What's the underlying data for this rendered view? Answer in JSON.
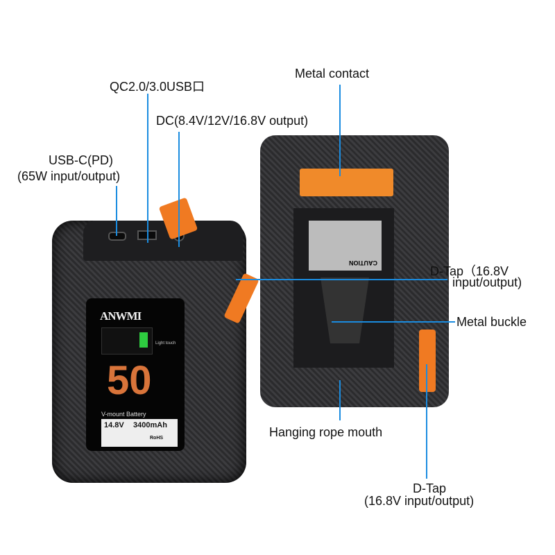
{
  "labels": {
    "metal_contact": "Metal contact",
    "qc_usb": "QC2.0/3.0USB口",
    "dc": "DC(8.4V/12V/16.8V output)",
    "usbc_1": "USB-C(PD)",
    "usbc_2": "(65W input/output)",
    "dtap_side_1": "D-Tap（16.8V",
    "dtap_side_2": "input/output)",
    "metal_buckle": "Metal buckle",
    "hanging_rope": "Hanging rope mouth",
    "dtap_bottom_1": "D-Tap",
    "dtap_bottom_2": "(16.8V input/output)"
  },
  "battery": {
    "brand": "ANWMI",
    "capacity_big": "50",
    "type": "V-mount Battery",
    "voltage": "14.8V",
    "capacity": "3400mAh",
    "light_touch": "Light touch",
    "rohs": "RoHS",
    "caution": "CAUTION"
  },
  "colors": {
    "leader_line": "#1a8ce0",
    "accent_orange": "#f07a22"
  }
}
